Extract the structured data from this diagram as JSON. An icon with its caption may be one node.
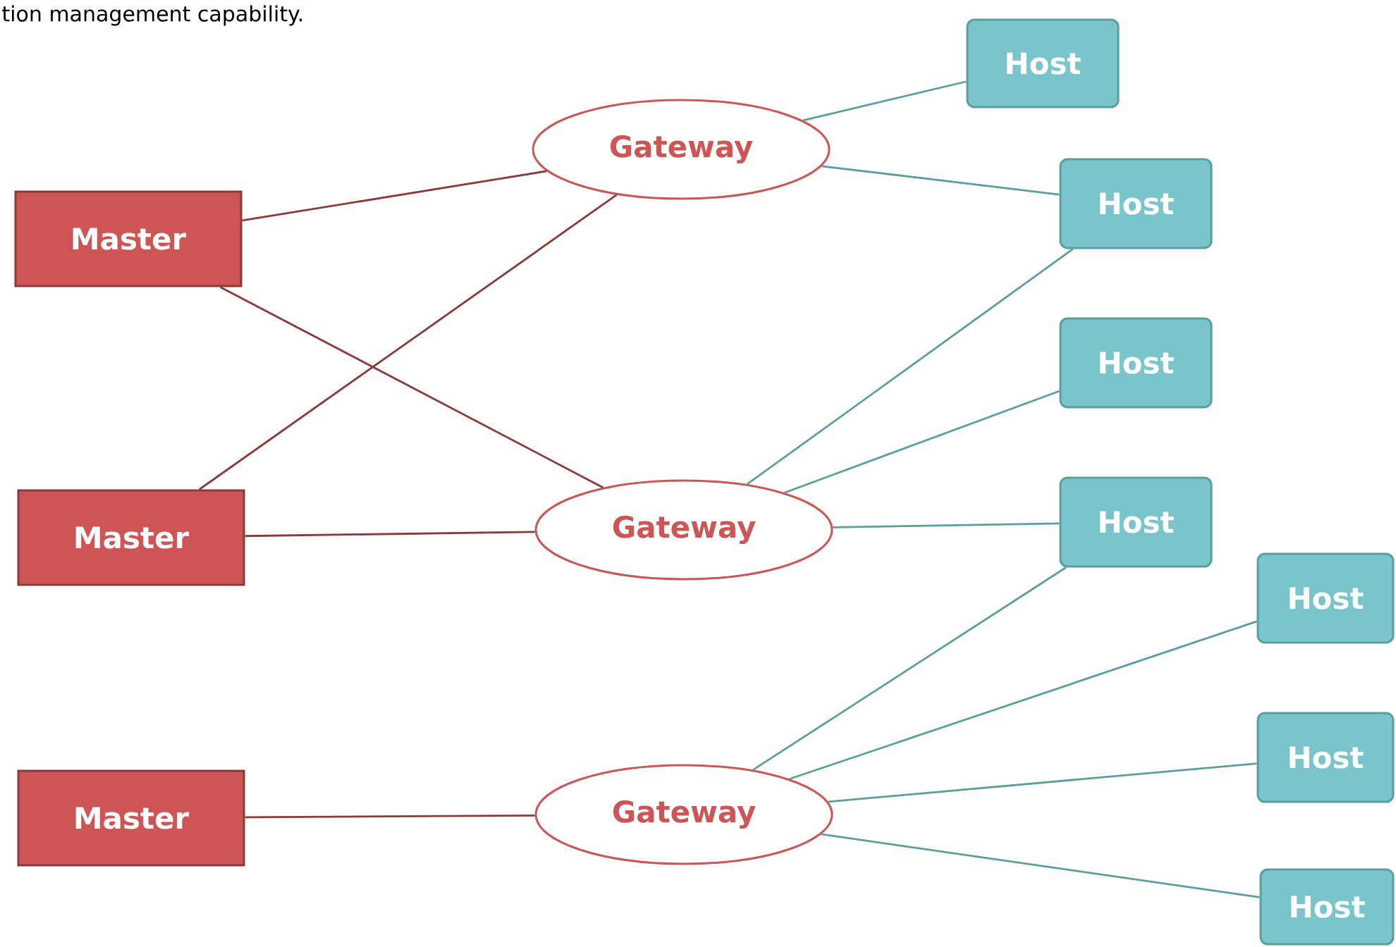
{
  "diagram": {
    "nodes": [
      {
        "text": [
          "Master"
        ]
      },
      {
        "text": [
          "Master"
        ]
      },
      {
        "text": [
          "Master"
        ]
      },
      {
        "text": [
          "Gateway"
        ]
      },
      {
        "text": [
          "Gateway"
        ]
      },
      {
        "text": [
          "Gateway"
        ]
      },
      {
        "text": [
          "Host"
        ]
      },
      {
        "text": [
          "Host"
        ]
      },
      {
        "text": [
          "Host"
        ]
      },
      {
        "text": [
          "Host"
        ]
      },
      {
        "text": [
          "Host"
        ]
      },
      {
        "text": [
          "Host"
        ]
      },
      {
        "text": [
          "Host"
        ]
      }
    ],
    "edges": [
      {
        "from": 0,
        "to": 3,
        "arrow": "none",
        "color": "#8b3a3a"
      },
      {
        "from": 0,
        "to": 4,
        "arrow": "none",
        "color": "#8b3a3a"
      },
      {
        "from": 1,
        "to": 3,
        "arrow": "none",
        "color": "#8b3a3a"
      },
      {
        "from": 1,
        "to": 4,
        "arrow": "none",
        "color": "#8b3a3a"
      },
      {
        "from": 2,
        "to": 5,
        "arrow": "none",
        "color": "#8b3a3a"
      },
      {
        "from": 3,
        "to": 6,
        "arrow": "none"
      },
      {
        "from": 3,
        "to": 7,
        "arrow": "none"
      },
      {
        "from": 4,
        "to": 7,
        "arrow": "none"
      },
      {
        "from": 4,
        "to": 8,
        "arrow": "none"
      },
      {
        "from": 4,
        "to": 9,
        "arrow": "none"
      },
      {
        "from": 5,
        "to": 9,
        "arrow": "none"
      },
      {
        "from": 5,
        "to": 10,
        "arrow": "none"
      },
      {
        "from": 5,
        "to": 11,
        "arrow": "none"
      },
      {
        "from": 5,
        "to": 12,
        "arrow": "none"
      }
    ],
    "labels": [
      "tion management capability."
    ]
  }
}
